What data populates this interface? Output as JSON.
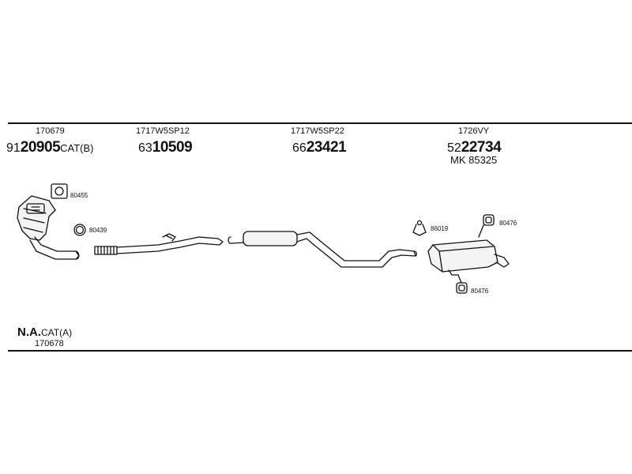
{
  "header_parts": [
    {
      "code": "170679",
      "prefix": "91",
      "number": "20905",
      "suffix": "CAT(B)"
    },
    {
      "code": "1717W5SP12",
      "prefix": "63",
      "number": "10509",
      "suffix": ""
    },
    {
      "code": "1717W5SP22",
      "prefix": "66",
      "number": "23421",
      "suffix": ""
    },
    {
      "code": "1726VY",
      "prefix": "52",
      "number": "22734",
      "suffix": ""
    }
  ],
  "extra_ref": "MK  85325",
  "callouts": [
    "80455",
    "80439",
    "86019",
    "80476",
    "80476"
  ],
  "footer": {
    "bold": "N.A.",
    "tail": "CAT(A)",
    "code": "170678"
  }
}
